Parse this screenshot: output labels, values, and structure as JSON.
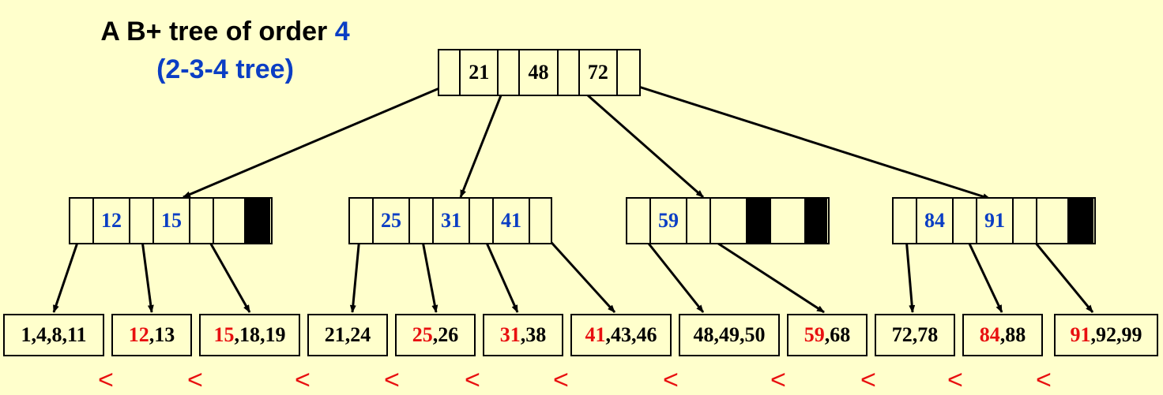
{
  "title": {
    "prefix": "A B+ tree of order ",
    "order": "4",
    "subtitle": "(2-3-4 tree)"
  },
  "root": {
    "keys": [
      "21",
      "48",
      "72"
    ]
  },
  "internal": [
    {
      "keys": [
        "12",
        "15"
      ]
    },
    {
      "keys": [
        "25",
        "31",
        "41"
      ]
    },
    {
      "keys": [
        "59"
      ]
    },
    {
      "keys": [
        "84",
        "91"
      ]
    }
  ],
  "leaves": [
    {
      "first": "1",
      "rest": ",4,8,11",
      "first_red": false
    },
    {
      "first": "12",
      "rest": ",13",
      "first_red": true
    },
    {
      "first": "15",
      "rest": ",18,19",
      "first_red": true
    },
    {
      "first": "21",
      "rest": ",24",
      "first_red": false
    },
    {
      "first": "25",
      "rest": ",26",
      "first_red": true
    },
    {
      "first": "31",
      "rest": ",38",
      "first_red": true
    },
    {
      "first": "41",
      "rest": ",43,46",
      "first_red": true
    },
    {
      "first": "48",
      "rest": ",49,50",
      "first_red": false
    },
    {
      "first": "59",
      "rest": ",68",
      "first_red": true
    },
    {
      "first": "72",
      "rest": ",78",
      "first_red": false
    },
    {
      "first": "84",
      "rest": ",88",
      "first_red": true
    },
    {
      "first": "91",
      "rest": ",92,99",
      "first_red": true
    }
  ],
  "separator": "<",
  "colors": {
    "background": "#ffffcc",
    "blue": "#0b3ec4",
    "red": "#e81010"
  }
}
